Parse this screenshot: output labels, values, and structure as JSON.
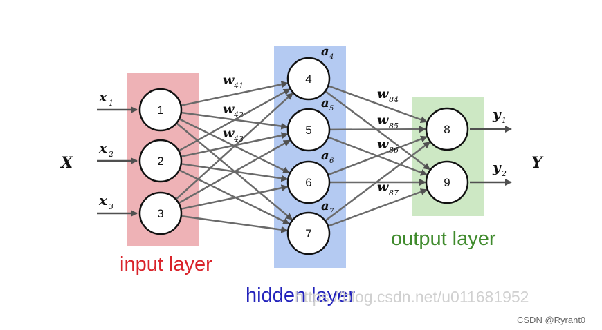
{
  "layers": {
    "input": {
      "label": "input layer",
      "color": "#d9232a",
      "bg": "#eeb2b6"
    },
    "hidden": {
      "label": "hidden layer",
      "color": "#2222bb",
      "bg": "#b4caf2"
    },
    "output": {
      "label": "output layer",
      "color": "#3f8a2c",
      "bg": "#cde8c4"
    }
  },
  "nodes": {
    "n1": "1",
    "n2": "2",
    "n3": "3",
    "n4": "4",
    "n5": "5",
    "n6": "6",
    "n7": "7",
    "n8": "8",
    "n9": "9"
  },
  "symbols": {
    "X": "X",
    "Y": "Y",
    "x1": "x",
    "x1_sub": "1",
    "x2": "x",
    "x2_sub": "2",
    "x3": "x",
    "x3_sub": "3",
    "y1": "y",
    "y1_sub": "1",
    "y2": "y",
    "y2_sub": "2",
    "a4": "a",
    "a4_sub": "4",
    "a5": "a",
    "a5_sub": "5",
    "a6": "a",
    "a6_sub": "6",
    "a7": "a",
    "a7_sub": "7",
    "w41": "w",
    "w41_sub": "41",
    "w42": "w",
    "w42_sub": "42",
    "w43": "w",
    "w43_sub": "43",
    "w84": "w",
    "w84_sub": "84",
    "w85": "w",
    "w85_sub": "85",
    "w86": "w",
    "w86_sub": "86",
    "w87": "w",
    "w87_sub": "87"
  },
  "watermark": {
    "url": "https://blog.csdn.net/u011681952",
    "credit": "CSDN @Ryrant0"
  }
}
